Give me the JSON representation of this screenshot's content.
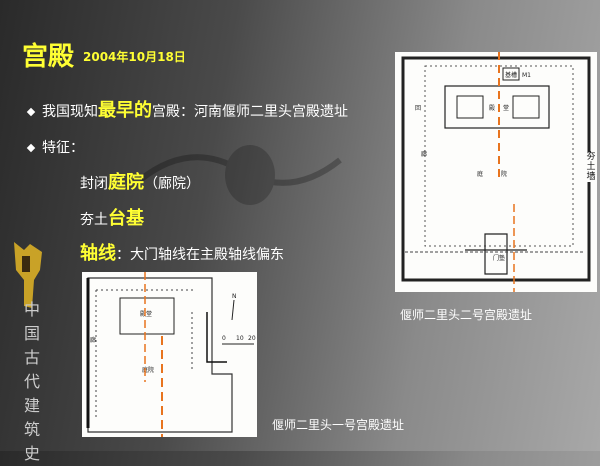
{
  "title": "宫殿",
  "date": "2004年10月18日",
  "bullets": [
    {
      "pre": "我国现知",
      "highlight": "最早的",
      "post": "宫殿：河南偃师二里头宫殿遗址"
    },
    {
      "pre": "特征：",
      "highlight": "",
      "post": ""
    }
  ],
  "features": [
    {
      "pre": "封闭",
      "highlight": "庭院",
      "post": "（廊院）"
    },
    {
      "pre": "夯土",
      "highlight": "台基",
      "post": ""
    },
    {
      "pre": "",
      "highlight": "轴线",
      "post": "：大门轴线在主殿轴线偏东"
    }
  ],
  "sidebar_text": "中国古代建筑史",
  "plan2": {
    "caption": "偃师二里头二号宫殿遗址",
    "labels": {
      "base": "基槽",
      "tomb": "M1",
      "hall1": "殿",
      "hall2": "堂",
      "court1": "庭",
      "court2": "院",
      "corridor1": "回",
      "corridor2": "廊",
      "gate": "门塾",
      "wall": "夯土墙"
    }
  },
  "plan1": {
    "caption": "偃师二里头一号宫殿遗址",
    "labels": {
      "hall": "殿堂",
      "court": "庭院",
      "corridor": "廊",
      "north": "N",
      "scale": [
        "0",
        "10",
        "20"
      ]
    }
  },
  "colors": {
    "highlight": "#ffff33",
    "axis_line": "#e8741e"
  }
}
